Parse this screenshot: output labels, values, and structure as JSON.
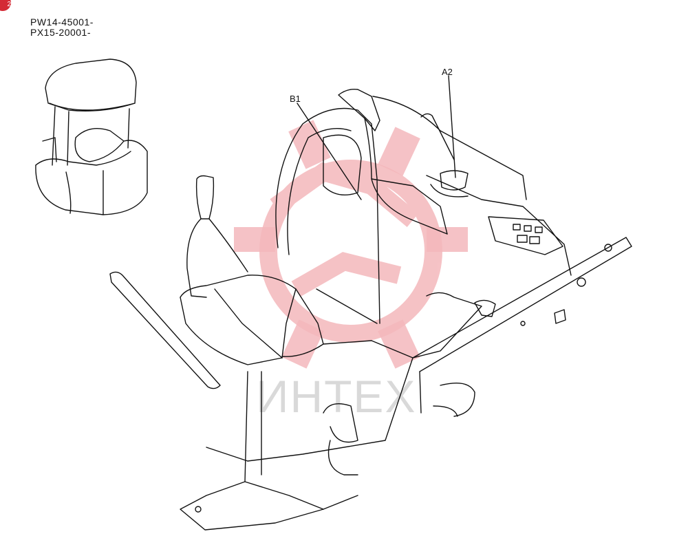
{
  "badge": "2",
  "serials": [
    "PW14-45001-",
    "PX15-20001-"
  ],
  "callouts": {
    "b1": "B1",
    "a2": "A2"
  },
  "watermark": {
    "text": "ИНТЕХ",
    "color": "#f4b8bc"
  }
}
